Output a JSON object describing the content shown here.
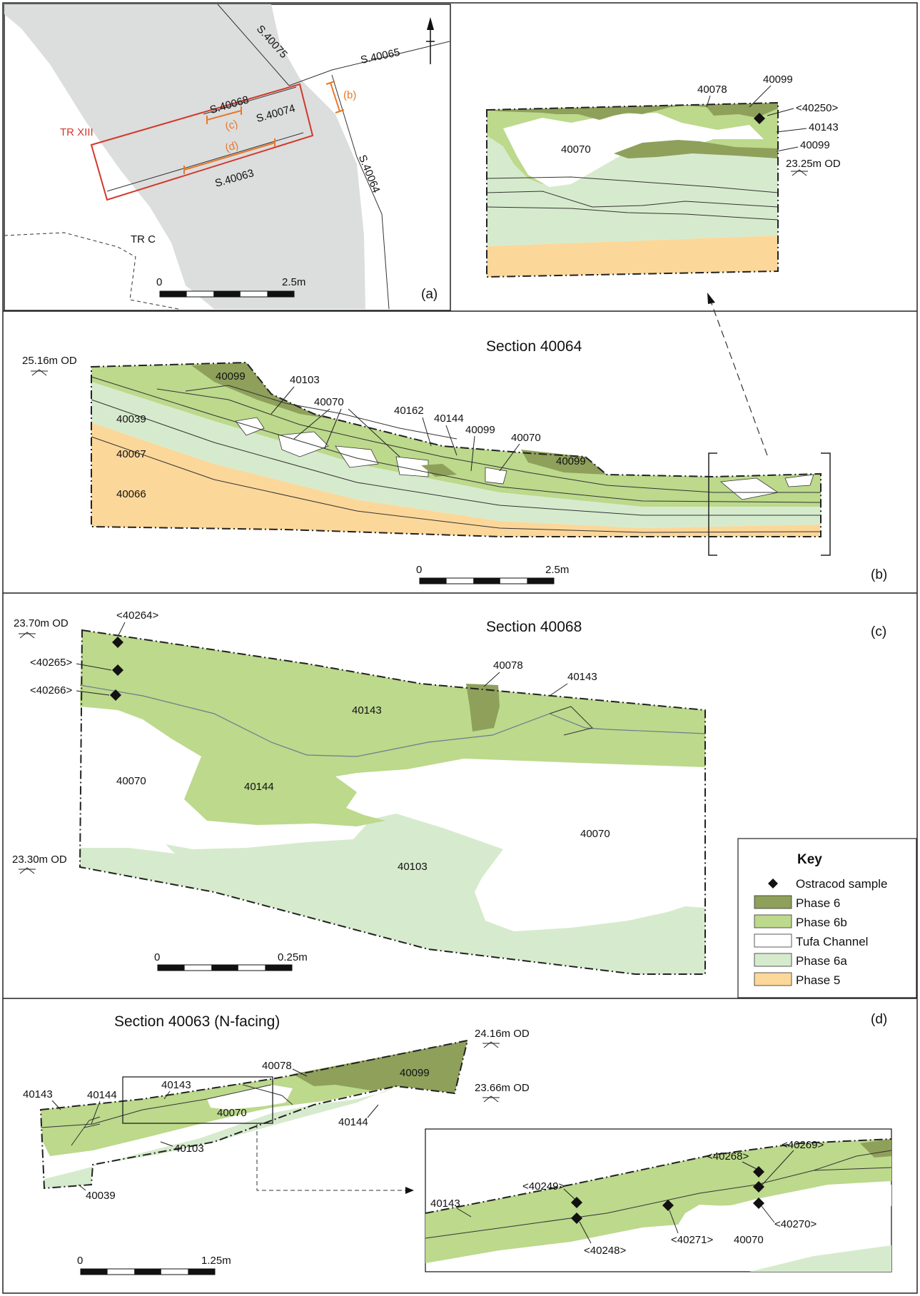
{
  "colors": {
    "phase6": "#8ea05a",
    "phase6b": "#bcd98c",
    "tufa": "#ffffff",
    "phase6a": "#d6ebcd",
    "phase5": "#fcd79a",
    "grey_area": "#dcdddd",
    "trench_red": "#d2382b",
    "section_orange": "#e8782a"
  },
  "panel_a": {
    "letter": "(a)",
    "north_arrow_icon": "north-arrow-icon",
    "trench_label": "TR XIII",
    "trench_c_label": "TR C",
    "section_labels": {
      "s40075": "S.40075",
      "s40065": "S.40065",
      "s40068": "S.40068",
      "s40074": "S.40074",
      "s40063": "S.40063",
      "s40064": "S.40064"
    },
    "detail_labels": {
      "b": "(b)",
      "c": "(c)",
      "d": "(d)"
    },
    "scale": {
      "start": "0",
      "end": "2.5m"
    }
  },
  "inset_b": {
    "labels": {
      "l40078": "40078",
      "l40099a": "40099",
      "l40250": "<40250>",
      "l40143": "40143",
      "l40099b": "40099",
      "l40070": "40070"
    },
    "od": "23.25m OD"
  },
  "panel_b": {
    "letter": "(b)",
    "title": "Section 40064",
    "od": "25.16m OD",
    "labels": {
      "l40099a": "40099",
      "l40103": "40103",
      "l40070a": "40070",
      "l40162": "40162",
      "l40144": "40144",
      "l40099b": "40099",
      "l40070b": "40070",
      "l40099c": "40099",
      "l40039": "40039",
      "l40067": "40067",
      "l40066": "40066"
    },
    "scale": {
      "start": "0",
      "end": "2.5m"
    }
  },
  "panel_c": {
    "letter": "(c)",
    "title": "Section 40068",
    "od_top": "23.70m OD",
    "od_bottom": "23.30m OD",
    "samples": {
      "s40264": "<40264>",
      "s40265": "<40265>",
      "s40266": "<40266>"
    },
    "labels": {
      "l40078": "40078",
      "l40143a": "40143",
      "l40143b": "40143",
      "l40070a": "40070",
      "l40144": "40144",
      "l40070b": "40070",
      "l40103": "40103"
    },
    "scale": {
      "start": "0",
      "end": "0.25m"
    }
  },
  "key": {
    "title": "Key",
    "items": [
      {
        "label": "Ostracod sample",
        "swatch": "diamond"
      },
      {
        "label": "Phase 6",
        "swatch": "#8ea05a"
      },
      {
        "label": "Phase 6b",
        "swatch": "#bcd98c"
      },
      {
        "label": "Tufa Channel",
        "swatch": "#ffffff"
      },
      {
        "label": "Phase 6a",
        "swatch": "#d6ebcd"
      },
      {
        "label": "Phase 5",
        "swatch": "#fcd79a"
      }
    ]
  },
  "panel_d": {
    "letter": "(d)",
    "title": "Section 40063 (N-facing)",
    "od_top": "24.16m OD",
    "od_bottom": "23.66m OD",
    "labels": {
      "l40143a": "40143",
      "l40144a": "40144",
      "l40143b": "40143",
      "l40078": "40078",
      "l40099": "40099",
      "l40070": "40070",
      "l40144b": "40144",
      "l40103": "40103",
      "l40039": "40039"
    },
    "scale": {
      "start": "0",
      "end": "1.25m"
    }
  },
  "inset_d": {
    "labels": {
      "l40143": "40143",
      "l40070": "40070"
    },
    "samples": {
      "s40249": "<40249>",
      "s40248": "<40248>",
      "s40271": "<40271>",
      "s40268": "<40268>",
      "s40269": "<40269>",
      "s40270": "<40270>"
    }
  }
}
